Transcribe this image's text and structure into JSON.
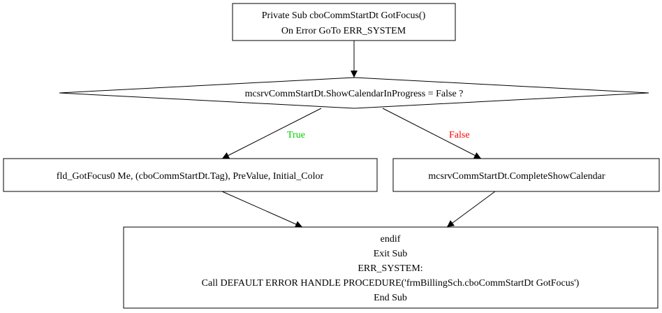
{
  "nodes": {
    "start": {
      "lines": [
        "Private Sub cboCommStartDt  GotFocus()",
        "On Error GoTo ERR_SYSTEM"
      ]
    },
    "decision": {
      "lines": [
        "mcsrvCommStartDt.ShowCalendarInProgress = False  ?"
      ]
    },
    "true_branch": {
      "lines": [
        "fld_GotFocus0 Me, (cboCommStartDt.Tag), PreValue, Initial_Color"
      ]
    },
    "false_branch": {
      "lines": [
        "mcsrvCommStartDt.CompleteShowCalendar"
      ]
    },
    "end": {
      "lines": [
        "endif",
        "Exit Sub",
        "ERR_SYSTEM:",
        "Call DEFAULT  ERROR  HANDLE  PROCEDURE('frmBillingSch.cboCommStartDt  GotFocus')",
        "End Sub"
      ]
    }
  },
  "edges": {
    "true_label": "True",
    "false_label": "False"
  },
  "colors": {
    "true": "#00cc00",
    "false": "#ff0000",
    "stroke": "#000000"
  }
}
